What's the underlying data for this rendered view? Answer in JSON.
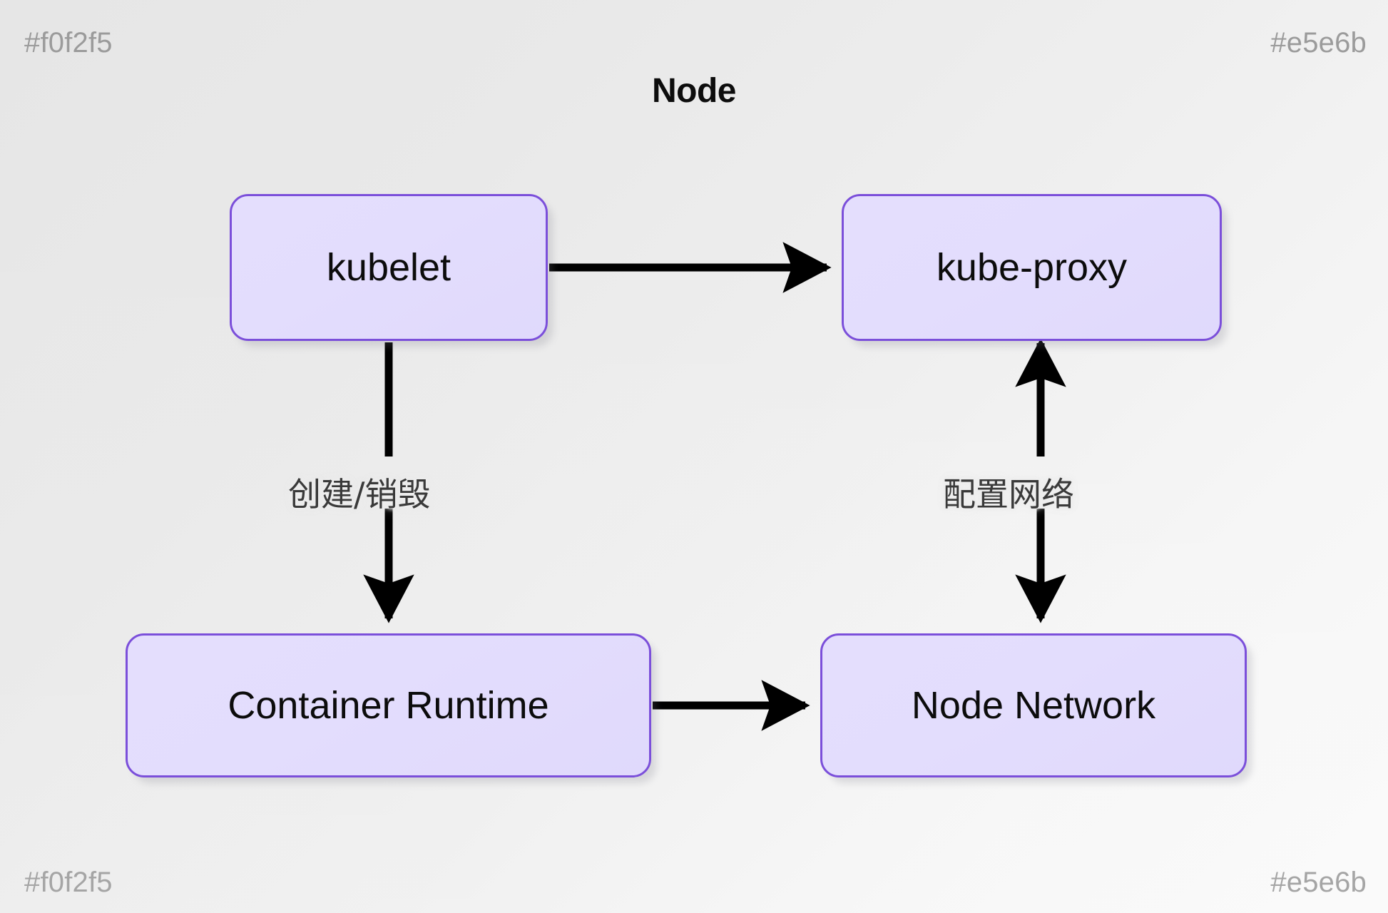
{
  "diagram": {
    "title": "Node",
    "type": "flowchart",
    "background_color": "#eaeaea",
    "node_fill_color": "#e3ddfd",
    "node_border_color": "#7b4fda",
    "edge_color": "#000000",
    "watermarks": {
      "top_left": "#f0f2f5",
      "top_right": "#e5e6b",
      "bottom_left": "#f0f2f5",
      "bottom_right": "#e5e6b",
      "color": "#9b9b9b"
    },
    "nodes": [
      {
        "id": "kubelet",
        "label": "kubelet"
      },
      {
        "id": "kubeproxy",
        "label": "kube-proxy"
      },
      {
        "id": "runtime",
        "label": "Container Runtime"
      },
      {
        "id": "network",
        "label": "Node Network"
      }
    ],
    "edges": [
      {
        "from": "kubelet",
        "to": "kubeproxy",
        "label": "",
        "direction": "forward",
        "orientation": "horizontal"
      },
      {
        "from": "kubelet",
        "to": "runtime",
        "label": "创建/销毁",
        "direction": "forward",
        "orientation": "vertical"
      },
      {
        "from": "runtime",
        "to": "network",
        "label": "",
        "direction": "forward",
        "orientation": "horizontal"
      },
      {
        "from": "network",
        "to": "kubeproxy",
        "label": "配置网络",
        "direction": "bidirectional",
        "orientation": "vertical"
      }
    ],
    "edge_labels": {
      "create_destroy": "创建/销毁",
      "configure_network": "配置网络"
    }
  }
}
